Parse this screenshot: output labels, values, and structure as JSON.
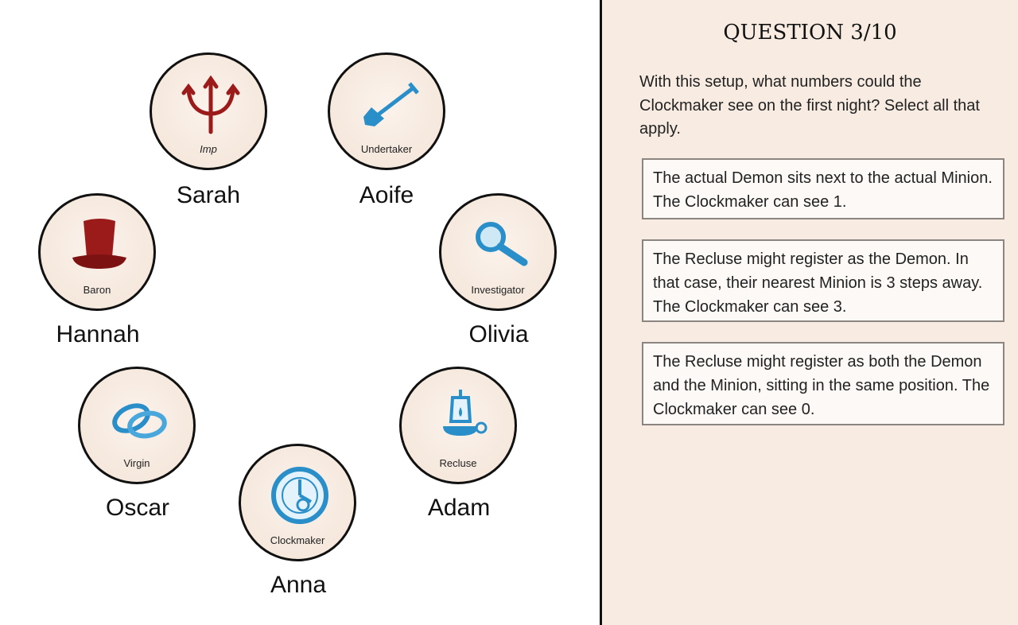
{
  "question": {
    "title": "QUESTION 3/10",
    "prompt": "With this setup, what numbers could the Clockmaker see on the first night? Select all that apply."
  },
  "options": [
    "The actual Demon sits next to the actual Minion. The Clockmaker can see 1.",
    "The Recluse might register as the Demon. In that case, their nearest Minion is 3 steps away. The Clockmaker can see 3.",
    "The Recluse might register as both the Demon and the Minion, sitting in the same position. The Clockmaker can see 0."
  ],
  "players": [
    {
      "name": "Sarah",
      "role": "Imp",
      "icon": "trident-icon"
    },
    {
      "name": "Aoife",
      "role": "Undertaker",
      "icon": "shovel-icon"
    },
    {
      "name": "Hannah",
      "role": "Baron",
      "icon": "top-hat-icon"
    },
    {
      "name": "Olivia",
      "role": "Investigator",
      "icon": "magnifying-glass-icon"
    },
    {
      "name": "Oscar",
      "role": "Virgin",
      "icon": "rings-icon"
    },
    {
      "name": "Adam",
      "role": "Recluse",
      "icon": "lantern-icon"
    },
    {
      "name": "Anna",
      "role": "Clockmaker",
      "icon": "clock-icon"
    }
  ],
  "colors": {
    "evil": "#9b1b1b",
    "good": "#2a8fc9",
    "panel": "#f8ece2"
  }
}
